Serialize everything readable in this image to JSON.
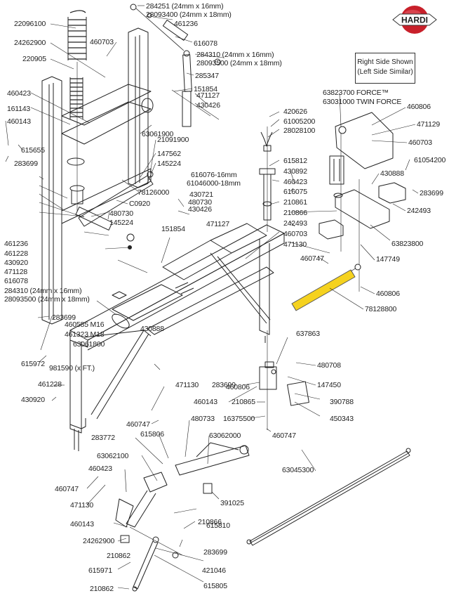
{
  "brand": {
    "logo_text": "HARDI",
    "logo_color": "#c8202a",
    "logo_icon": "hardi-logo-icon"
  },
  "note": {
    "line1": "Right Side Shown",
    "line2": "(Left Side Similar)"
  },
  "highlight_color": "#f5d21f",
  "highlighted_part": "78128800",
  "labels": [
    {
      "id": "p284251",
      "text": "284251 (24mm x 16mm)"
    },
    {
      "id": "p28093400",
      "text": "28093400 (24mm x 18mm)"
    },
    {
      "id": "p461236a",
      "text": "461236"
    },
    {
      "id": "p616078a",
      "text": "616078"
    },
    {
      "id": "p284310a",
      "text": "284310 (24mm x 16mm)"
    },
    {
      "id": "p28093500a",
      "text": "28093500 (24mm x 18mm)"
    },
    {
      "id": "p285347",
      "text": "285347"
    },
    {
      "id": "p151854a",
      "text": "151854"
    },
    {
      "id": "p471127a",
      "text": "471127"
    },
    {
      "id": "p430426a",
      "text": "430426"
    },
    {
      "id": "p22096100",
      "text": "22096100"
    },
    {
      "id": "p24262900a",
      "text": "24262900"
    },
    {
      "id": "p460703a",
      "text": "460703"
    },
    {
      "id": "p220905",
      "text": "220905"
    },
    {
      "id": "p460423a",
      "text": "460423"
    },
    {
      "id": "p161143",
      "text": "161143"
    },
    {
      "id": "p460143a",
      "text": "460143"
    },
    {
      "id": "p615655",
      "text": "615655"
    },
    {
      "id": "p283699a",
      "text": "283699"
    },
    {
      "id": "p63061900",
      "text": "63061900"
    },
    {
      "id": "p21091900",
      "text": "21091900"
    },
    {
      "id": "p147562",
      "text": "147562"
    },
    {
      "id": "p145224a",
      "text": "145224"
    },
    {
      "id": "p616076",
      "text": "616076-16mm"
    },
    {
      "id": "p61046000",
      "text": "61046000-18mm"
    },
    {
      "id": "p78126000",
      "text": "78126000"
    },
    {
      "id": "p430721",
      "text": "430721"
    },
    {
      "id": "p480730a",
      "text": "480730"
    },
    {
      "id": "pC0920",
      "text": "C0920"
    },
    {
      "id": "p430426b",
      "text": "430426"
    },
    {
      "id": "p480730b",
      "text": "480730"
    },
    {
      "id": "p145224b",
      "text": "145224"
    },
    {
      "id": "p471127b",
      "text": "471127"
    },
    {
      "id": "p151854b",
      "text": "151854"
    },
    {
      "id": "p461236b",
      "text": "461236"
    },
    {
      "id": "p461228a",
      "text": "461228"
    },
    {
      "id": "p430920a",
      "text": "430920"
    },
    {
      "id": "p471128",
      "text": "471128"
    },
    {
      "id": "p616078b",
      "text": "616078"
    },
    {
      "id": "p284310b",
      "text": "284310 (24mm x 16mm)"
    },
    {
      "id": "p28093500b",
      "text": "28093500 (24mm x 18mm)"
    },
    {
      "id": "p460585",
      "text": "460585 M16"
    },
    {
      "id": "p461323",
      "text": "461323 M18"
    },
    {
      "id": "p63061800",
      "text": "63061800"
    },
    {
      "id": "p430888a",
      "text": "430888"
    },
    {
      "id": "p981590",
      "text": "981590 (x FT.)"
    },
    {
      "id": "p420626",
      "text": "420626"
    },
    {
      "id": "p61005200",
      "text": "61005200"
    },
    {
      "id": "p28028100",
      "text": "28028100"
    },
    {
      "id": "p615812",
      "text": "615812"
    },
    {
      "id": "p430892",
      "text": "430892"
    },
    {
      "id": "p460423b",
      "text": "460423"
    },
    {
      "id": "p616075",
      "text": "616075"
    },
    {
      "id": "p210861",
      "text": "210861"
    },
    {
      "id": "p210866a",
      "text": "210866"
    },
    {
      "id": "p242493a",
      "text": "242493"
    },
    {
      "id": "p460703b",
      "text": "460703"
    },
    {
      "id": "p471130a",
      "text": "471130"
    },
    {
      "id": "p460747a",
      "text": "460747"
    },
    {
      "id": "p63823700",
      "text": "63823700 FORCE™"
    },
    {
      "id": "p63031000",
      "text": "63031000 TWIN FORCE"
    },
    {
      "id": "p460806a",
      "text": "460806"
    },
    {
      "id": "p471129",
      "text": "471129"
    },
    {
      "id": "p460703c",
      "text": "460703"
    },
    {
      "id": "p61054200",
      "text": "61054200"
    },
    {
      "id": "p430888b",
      "text": "430888"
    },
    {
      "id": "p283699b",
      "text": "283699"
    },
    {
      "id": "p242493b",
      "text": "242493"
    },
    {
      "id": "p63823800",
      "text": "63823800"
    },
    {
      "id": "p147749",
      "text": "147749"
    },
    {
      "id": "p460806b",
      "text": "460806"
    },
    {
      "id": "p78128800",
      "text": "78128800"
    },
    {
      "id": "p283699c",
      "text": "283699"
    },
    {
      "id": "p615972",
      "text": "615972"
    },
    {
      "id": "p461228b",
      "text": "461228"
    },
    {
      "id": "p430920b",
      "text": "430920"
    },
    {
      "id": "p460806c",
      "text": "460806"
    },
    {
      "id": "p637863",
      "text": "637863"
    },
    {
      "id": "p480708",
      "text": "480708"
    },
    {
      "id": "p147450",
      "text": "147450"
    },
    {
      "id": "p283699d",
      "text": "283699"
    },
    {
      "id": "p460143b",
      "text": "460143"
    },
    {
      "id": "p210865",
      "text": "210865"
    },
    {
      "id": "p390788",
      "text": "390788"
    },
    {
      "id": "p16375500",
      "text": "16375500"
    },
    {
      "id": "p450343",
      "text": "450343"
    },
    {
      "id": "p460747b",
      "text": "460747"
    },
    {
      "id": "p471130b",
      "text": "471130"
    },
    {
      "id": "p460747c",
      "text": "460747"
    },
    {
      "id": "p480733",
      "text": "480733"
    },
    {
      "id": "p615806",
      "text": "615806"
    },
    {
      "id": "p63062000",
      "text": "63062000"
    },
    {
      "id": "p283772",
      "text": "283772"
    },
    {
      "id": "p63062100",
      "text": "63062100"
    },
    {
      "id": "p460423c",
      "text": "460423"
    },
    {
      "id": "p460747d",
      "text": "460747"
    },
    {
      "id": "p471130c",
      "text": "471130"
    },
    {
      "id": "p391025",
      "text": "391025"
    },
    {
      "id": "p210866b",
      "text": "210866"
    },
    {
      "id": "p63045300",
      "text": "63045300"
    },
    {
      "id": "p460143c",
      "text": "460143"
    },
    {
      "id": "p615810",
      "text": "615810"
    },
    {
      "id": "p24262900b",
      "text": "24262900"
    },
    {
      "id": "p210862a",
      "text": "210862"
    },
    {
      "id": "p283699e",
      "text": "283699"
    },
    {
      "id": "p421046",
      "text": "421046"
    },
    {
      "id": "p615971",
      "text": "615971"
    },
    {
      "id": "p615805",
      "text": "615805"
    },
    {
      "id": "p210862b",
      "text": "210862"
    }
  ]
}
